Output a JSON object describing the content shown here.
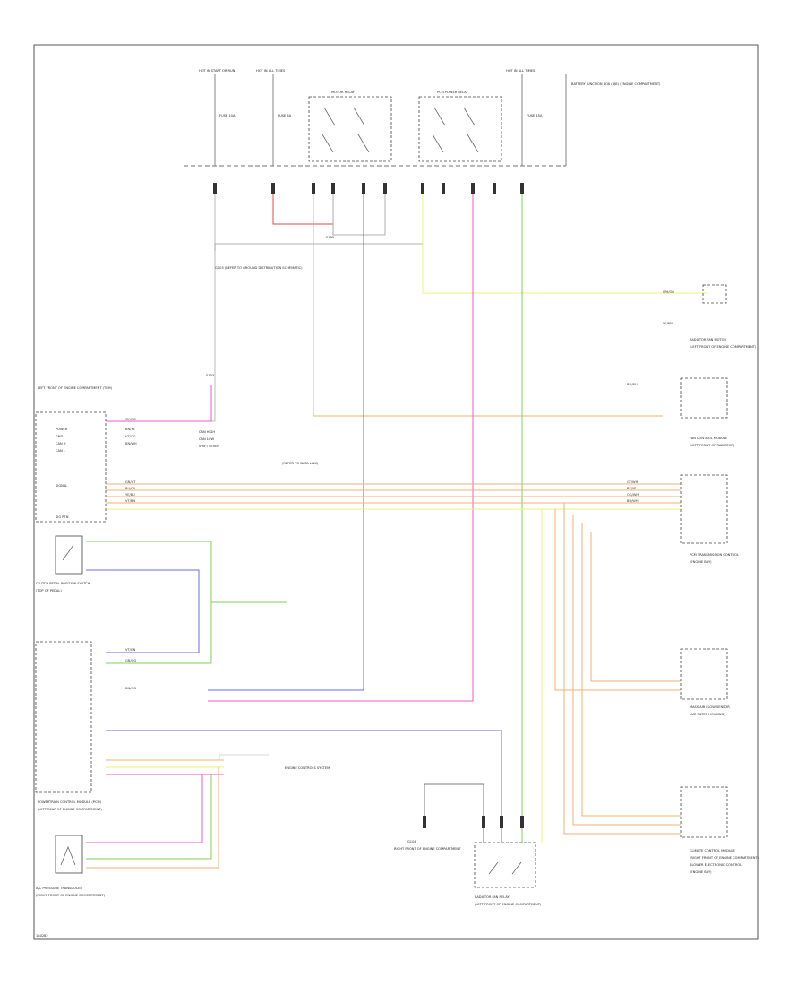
{
  "diagram_code": "180282",
  "top_row": {
    "hot_start": "HOT IN START OR RUN",
    "hot_run": "HOT IN ALL TIMES",
    "hot_at_all": "HOT IN ALL TIMES",
    "relay_1": "MOTOR RELAY",
    "relay_2": "PCM POWER RELAY",
    "fuse_1": "FUSE 10A",
    "fuse_2": "FUSE 5A",
    "fuse_3": "FUSE 15A",
    "right_box": "BATTERY JUNCTION BOX (BJB) (ENGINE COMPARTMENT)",
    "splice_top": "S195"
  },
  "left_notes": {
    "ground_note": "G103 (REFER TO GROUND DISTRIBUTION SCHEMATIC)",
    "splice_s1": "S103",
    "tcm_label": "LEFT FRONT OF ENGINE COMPARTMENT (TCM)",
    "ecu_name": "POWERTRAIN CONTROL MODULE (PCM)",
    "ecu_location": "(LEFT REAR OF ENGINE COMPARTMENT)",
    "sensor_name": "CLUTCH PEDAL POSITION SWITCH",
    "sensor_location": "(TOP OF PEDAL)",
    "transducer_name": "A/C PRESSURE TRANSDUCER",
    "transducer_location": "(RIGHT FRONT OF ENGINE COMPARTMENT)",
    "data_note": "(REFER TO DATA LINK)",
    "can_high": "CAN HIGH",
    "can_low": "CAN LOW",
    "shift_note": "SHIFT LEVER",
    "engine_ctrl": "ENGINE CONTROLS SYSTEM"
  },
  "left_pins": [
    "POWER",
    "GND",
    "CAN H",
    "CAN L",
    "SIGNAL",
    "SIG RTN"
  ],
  "wire_labels": [
    "GY/OG",
    "BN/YE",
    "VT/OG",
    "BN/WH",
    "GN/VT",
    "BU/GY",
    "YE/BU",
    "VT/BN",
    "GY/WH",
    "BK/YE",
    "OG/WH",
    "BU/WH",
    "WH/OG",
    "YE/BN",
    "RD/BU",
    "VT/GN",
    "GN/OG",
    "BN/OG"
  ],
  "right_components": [
    {
      "name": "RADIATOR FAN MOTOR",
      "location": "(LEFT FRONT OF ENGINE COMPARTMENT)"
    },
    {
      "name": "FAN CONTROL MODULE",
      "location": "(LEFT FRONT OF RADIATOR)"
    },
    {
      "name": "PCM TRANSMISSION CONTROL",
      "location": "(ENGINE BAY)"
    },
    {
      "name": "MASS AIR FLOW SENSOR",
      "location": "(AIR FILTER HOUSING)"
    },
    {
      "name": "CLIMATE CONTROL MODULE",
      "location": "(RIGHT FRONT OF ENGINE COMPARTMENT)"
    },
    {
      "name": "BLOWER ELECTRONIC CONTROL",
      "location": "(ENGINE BAY)"
    }
  ],
  "bottom_components": [
    {
      "name": "G104",
      "location": "RIGHT FRONT OF ENGINE COMPARTMENT"
    },
    {
      "name": "RADIATOR FAN RELAY",
      "location": "(LEFT FRONT OF ENGINE COMPARTMENT)"
    }
  ],
  "colors": {
    "red": "#e0484e",
    "green": "#7fd15a",
    "blue": "#6a6af0",
    "yellow": "#f0f07a",
    "orange": "#f0b070",
    "magenta": "#ee5ad0",
    "gray": "#bbbbbb"
  }
}
